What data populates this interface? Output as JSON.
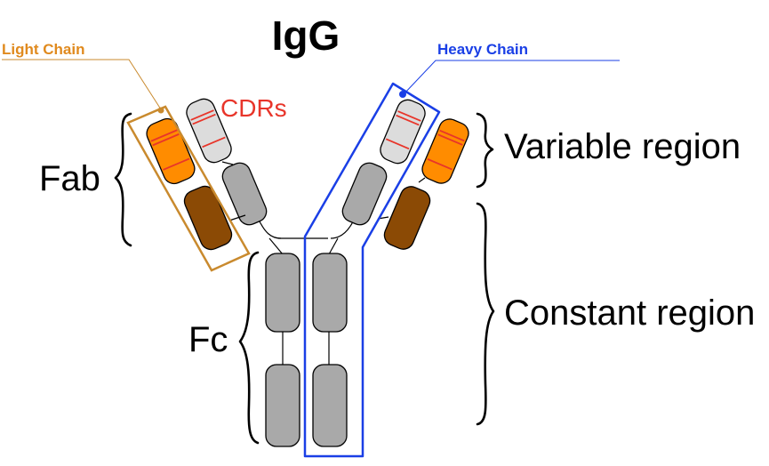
{
  "title": "IgG",
  "labels": {
    "light_chain": "Light Chain",
    "heavy_chain": "Heavy Chain",
    "cdrs": "CDRs",
    "fab": "Fab",
    "fc": "Fc",
    "variable_region": "Variable region",
    "constant_region": "Constant region"
  },
  "colors": {
    "light_chain_outline": "#c98a2e",
    "heavy_chain_outline": "#1a3fe6",
    "constant_domain": "#a9a9a9",
    "heavy_variable_domain": "#dcdcdc",
    "light_variable_domain": "#ff8c00",
    "light_constant_domain": "#8b4a05",
    "cdr_bands": "#e8352a"
  }
}
